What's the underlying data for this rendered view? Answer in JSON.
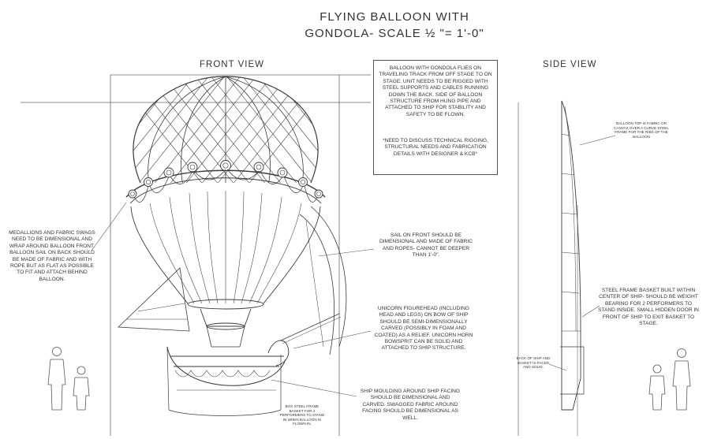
{
  "title": {
    "line1": "FLYING BALLOON WITH",
    "line2": "GONDOLA- SCALE ½ \"= 1'-0\""
  },
  "views": {
    "front": "FRONT VIEW",
    "side": "SIDE VIEW"
  },
  "notes": {
    "description": "BALLOON WITH GONDOLA FLIES ON TRAVELING TRACK FROM OFF STAGE TO ON STAGE. UNIT NEEDS TO BE RIGGED WITH STEEL SUPPORTS AND CABLES RUNNING DOWN THE BACK. SIDE OF BALLOON STRUCTURE FROM HUNG PIPE AND ATTACHED TO SHIP FOR STABILITY AND SAFETY TO BE FLOWN.",
    "discuss": "*NEED TO DISCUSS TECHNICAL RIGGING, STRUCTURAL NEEDS AND FABRICATION DETAILS WITH DESIGNER & KCB*",
    "medallions": "MEDALLIONS AND FABRIC SWAGS NEED TO BE DIMENSIONAL AND WRAP AROUND BALLOON FRONT. BALLOON SAIL ON BACK SHOULD BE MADE OF FABRIC AND WITH ROPE BUT AS FLAT AS POSSIBLE TO FIT AND ATTACH BEHIND BALLOON.",
    "sail": "SAIL ON FRONT SHOULD BE DIMENSIONAL AND MADE OF FABRIC AND ROPES- CANNOT BE DEEPER THAN 1'-0\".",
    "unicorn": "UNICORN FIGUREHEAD (INCLUDING HEAD AND LEGS) ON BOW OF SHIP SHOULD BE SEMI-DIMENSIONALLY CARVED (POSSIBLY IN FOAM AND COATED) AS A RELIEF. UNICORN HORN BOWSPRIT CAN BE SOLID AND ATTACHED TO SHIP STRUCTURE.",
    "moulding": "SHIP MOULDING AROUND SHIP FACING SHOULD BE DIMENSIONAL AND CARVED. SWAGGED FABRIC AROUND FACING SHOULD BE DIMENSIONAL AS WELL.",
    "box_frame": "BOX STEEL FRAME BASKET FOR 2 PERFORMERS TO STAND IN WHEN BALLOON IS FLOWN IN.",
    "balloon_top": "BALLOON TOP IS FABRIC OR CANVAS OVER A CURVE STEEL FRAME FOR THE RIBS OF THE BALLOON",
    "basket": "STEEL FRAME BASKET BUILT WITHIN CENTER OF SHIP- SHOULD BE WEIGHT BEARING FOR 2 PERFORMERS TO STAND INSIDE. SMALL HIDDEN DOOR IN FRONT OF SHIP TO EXIT BASKET TO STAGE.",
    "back_of_ship": "BACK OF SHIP AND BASKET IS FACED AND SOLID."
  },
  "colors": {
    "line": "#3a3a3a",
    "light": "#888888",
    "paper": "#ffffff"
  }
}
